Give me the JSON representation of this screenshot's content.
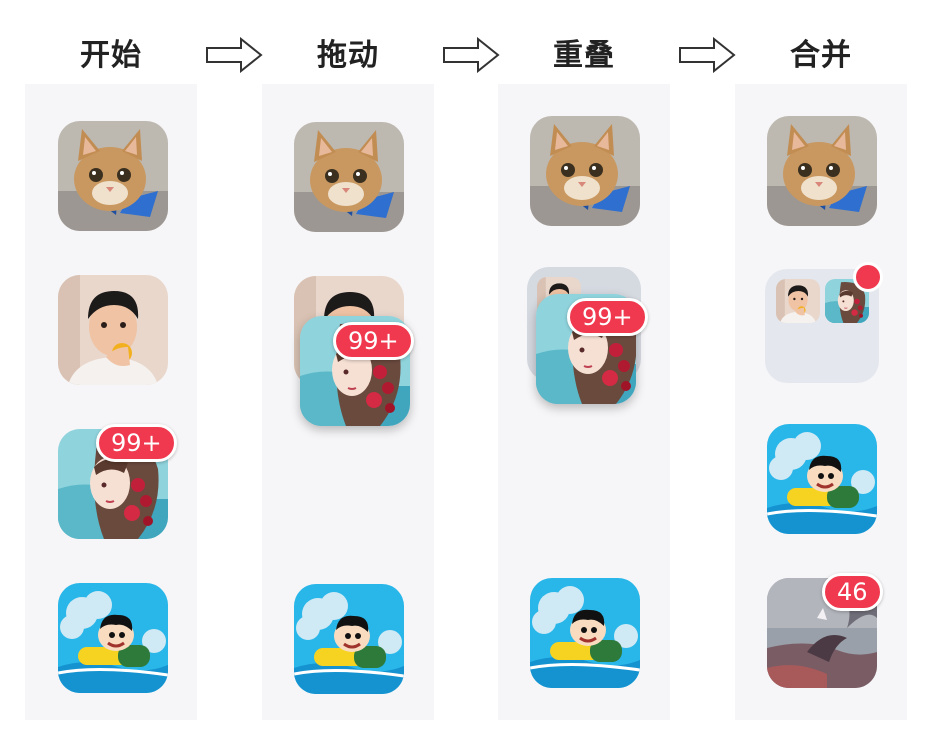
{
  "steps": [
    {
      "title": "开始"
    },
    {
      "title": "拖动"
    },
    {
      "title": "重叠"
    },
    {
      "title": "合并"
    }
  ],
  "icons": {
    "cat": "cat-photo-icon",
    "boy": "boy-portrait-icon",
    "girl": "anime-girl-icon",
    "cartoon": "cartoon-boy-swimming-icon",
    "dragon": "dragon-rider-icon"
  },
  "badges": {
    "girl_count": "99+",
    "dragon_count": "46"
  },
  "colors": {
    "badge": "#f0394f",
    "column_bg": "#f6f6f8",
    "folder_bg": "#e4e8ee"
  }
}
